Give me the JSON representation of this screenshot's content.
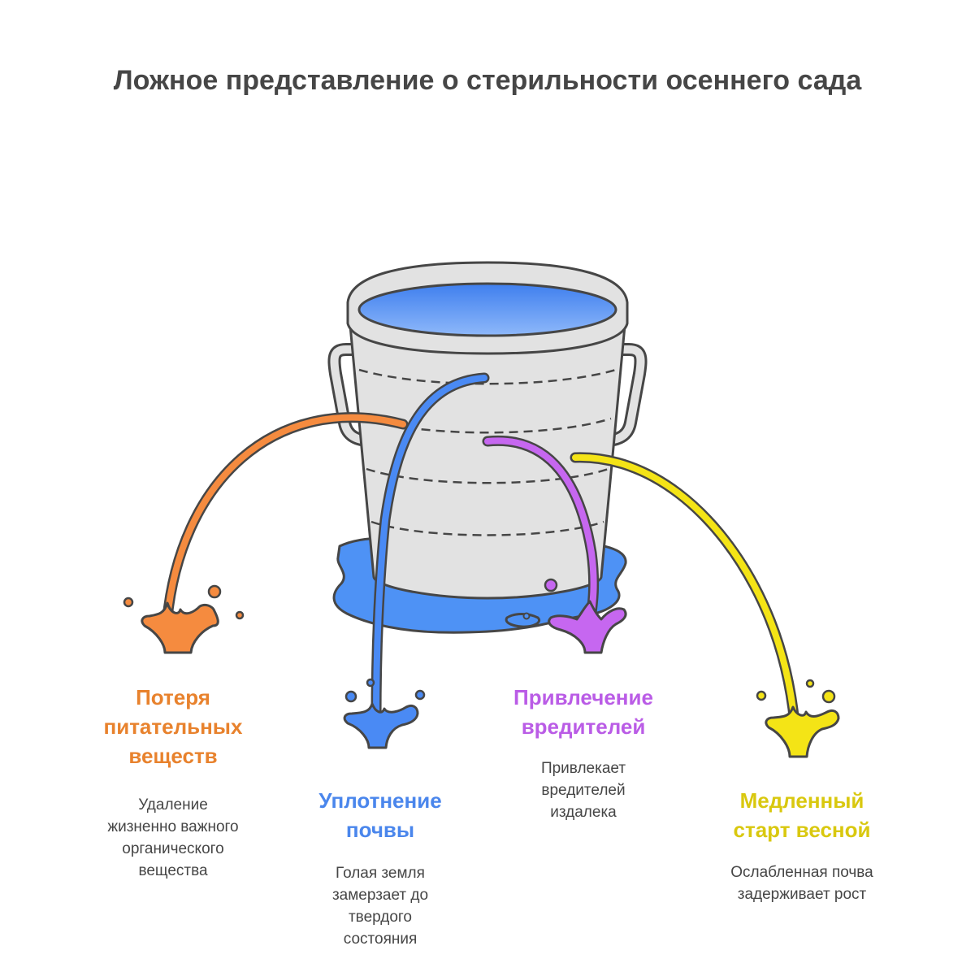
{
  "title": "Ложное представление о стерильности осеннего сада",
  "colors": {
    "orange": "#F58B3F",
    "orange_text": "#E8822D",
    "blue": "#4A8AF4",
    "blue_text": "#4A86EC",
    "purple": "#C667F0",
    "purple_text": "#BA5CE6",
    "yellow": "#F4E416",
    "yellow_text": "#D9C80F",
    "outline": "#464646",
    "bucket_fill": "#E2E2E2",
    "water": "#4E92F5",
    "text": "#464646"
  },
  "consequences": [
    {
      "title": "Потеря\nпитательных\nвеществ",
      "description": "Удаление\nжизненно важного\nорганического\nвещества",
      "color": "orange"
    },
    {
      "title": "Уплотнение\nпочвы",
      "description": "Голая земля\nзамерзает до\nтвердого\nсостояния",
      "color": "blue"
    },
    {
      "title": "Привлечение\nвредителей",
      "description": "Привлекает\nвредителей\nиздалека",
      "color": "purple"
    },
    {
      "title": "Медленный\nстарт весной",
      "description": "Ослабленная почва\nзадерживает рост",
      "color": "yellow"
    }
  ]
}
